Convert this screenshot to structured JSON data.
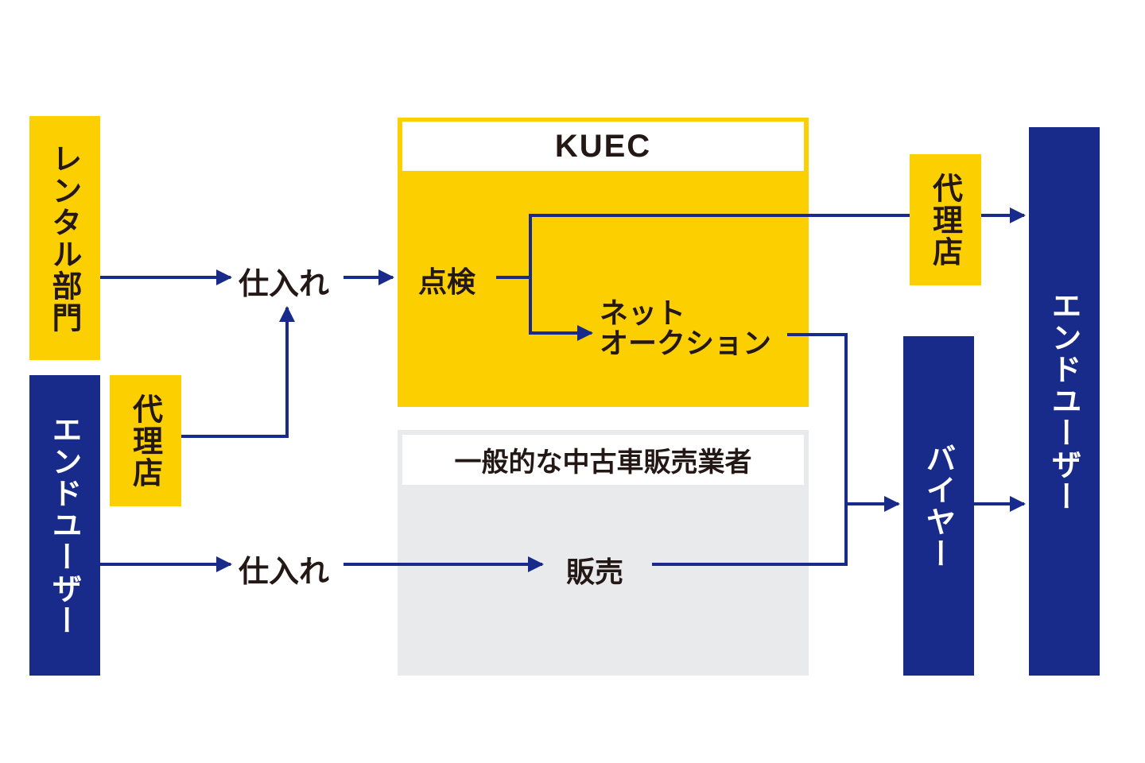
{
  "colors": {
    "navy": "#182b8a",
    "yellow": "#fcd000",
    "gray": "#e9eaec",
    "text": "#231815",
    "line": "#182b8a"
  },
  "nodes": {
    "rental_dept": "レンタル部門",
    "end_user_left": "エンドユーザー",
    "dealer_left": "代理店",
    "purchase_top": "仕入れ",
    "purchase_bottom": "仕入れ",
    "kuec_title": "KUEC",
    "inspection": "点検",
    "net_auction_line1": "ネット",
    "net_auction_line2": "オークション",
    "general_dealer_title": "一般的な中古車販売業者",
    "sales": "販売",
    "dealer_right": "代理店",
    "buyer": "バイヤー",
    "end_user_right": "エンドユーザー"
  },
  "edges": [
    {
      "from": "rental_dept",
      "to": "purchase_top"
    },
    {
      "from": "dealer_left",
      "to": "purchase_top"
    },
    {
      "from": "purchase_top",
      "to": "inspection"
    },
    {
      "from": "inspection",
      "to": "net_auction"
    },
    {
      "from": "inspection",
      "to": "dealer_right"
    },
    {
      "from": "dealer_right",
      "to": "end_user_right"
    },
    {
      "from": "end_user_left",
      "to": "purchase_bottom"
    },
    {
      "from": "purchase_bottom",
      "to": "sales"
    },
    {
      "from": "net_auction",
      "to": "buyer"
    },
    {
      "from": "sales",
      "to": "buyer"
    },
    {
      "from": "buyer",
      "to": "end_user_right"
    }
  ]
}
